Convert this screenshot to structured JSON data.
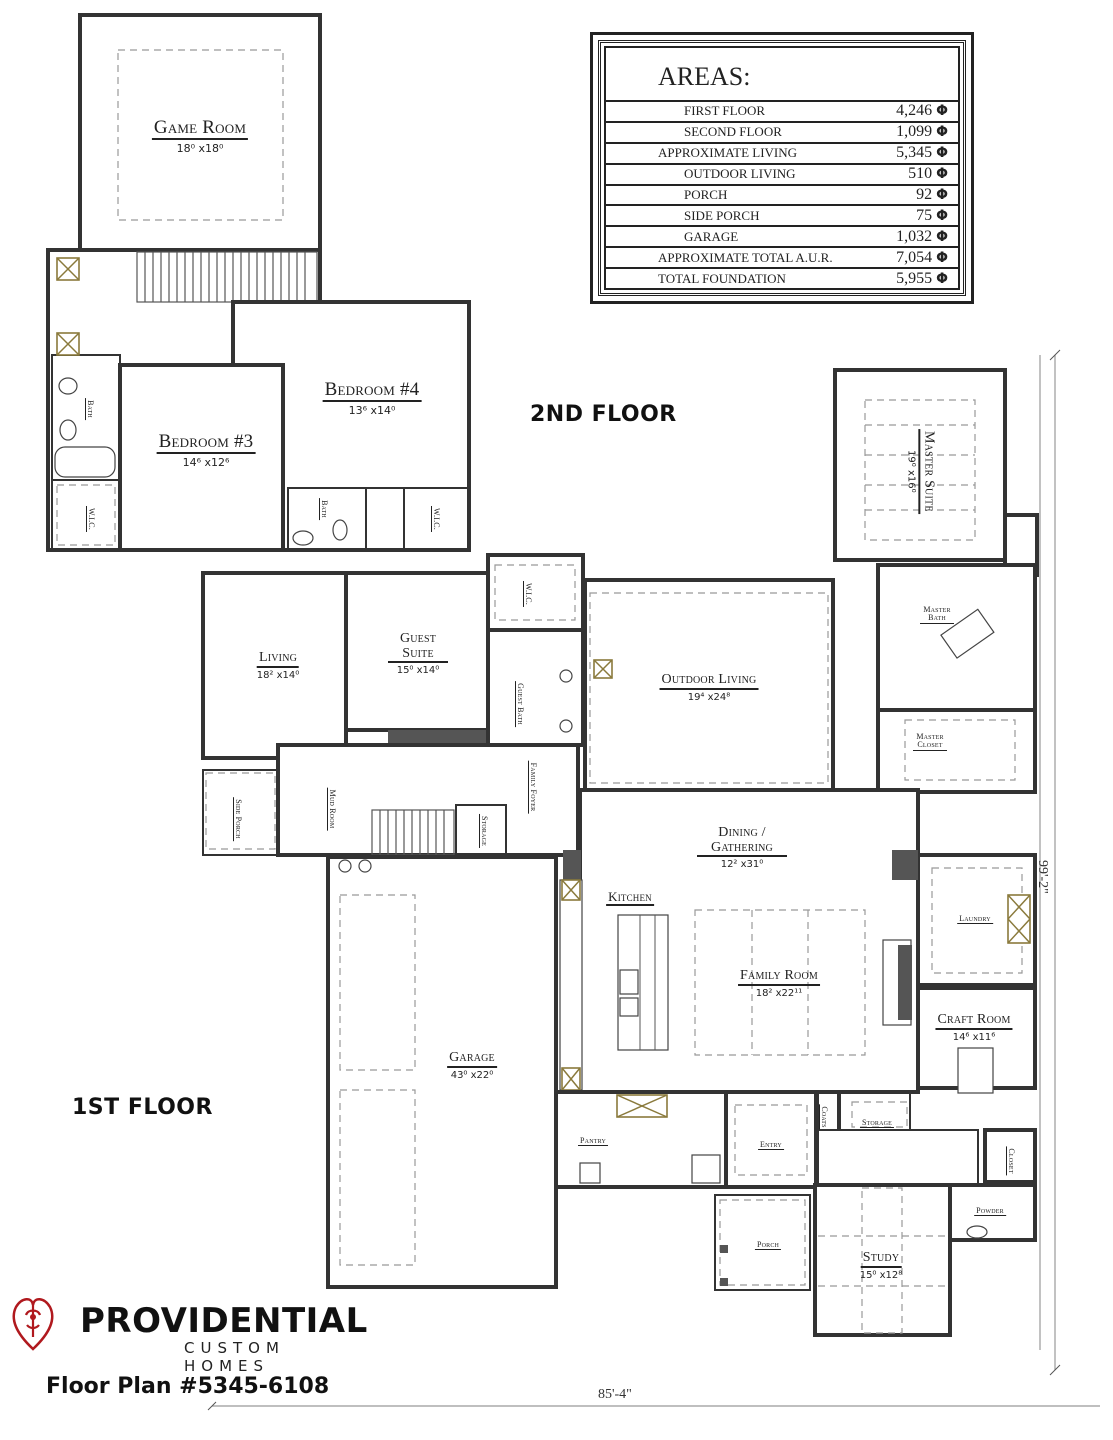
{
  "title": "Floor Plan #5345-6108",
  "brand": {
    "name": "PROVIDENTIAL",
    "subtitle": "CUSTOM HOMES",
    "logo_icon": "heart-fleur-de-lis-icon",
    "logo_color": "#b0191e"
  },
  "plan_number": "Floor Plan #5345-6108",
  "floor_labels": {
    "second": "2ND FLOOR",
    "first": "1ST FLOOR"
  },
  "areas": {
    "title": "AREAS:",
    "unit_symbol": "Φ",
    "rows": [
      {
        "label": "FIRST FLOOR",
        "value": "4,246",
        "indent": true
      },
      {
        "label": "SECOND FLOOR",
        "value": "1,099",
        "indent": true
      },
      {
        "label": "APPROXIMATE LIVING",
        "value": "5,345",
        "indent": false
      },
      {
        "label": "OUTDOOR LIVING",
        "value": "510",
        "indent": true
      },
      {
        "label": "PORCH",
        "value": "92",
        "indent": true
      },
      {
        "label": "SIDE PORCH",
        "value": "75",
        "indent": true
      },
      {
        "label": "GARAGE",
        "value": "1,032",
        "indent": true
      },
      {
        "label": "APPROXIMATE TOTAL A.U.R.",
        "value": "7,054",
        "indent": false
      },
      {
        "label": "TOTAL FOUNDATION",
        "value": "5,955",
        "indent": false
      }
    ]
  },
  "dimensions": {
    "overall_width": "85'-4\"",
    "overall_depth": "99'-2\""
  },
  "rooms": {
    "game_room": {
      "name": "Game Room",
      "size": "18⁰ x18⁰"
    },
    "bedroom3": {
      "name": "Bedroom #3",
      "size": "14⁶ x12⁶"
    },
    "bedroom4": {
      "name": "Bedroom #4",
      "size": "13⁶ x14⁰"
    },
    "bath_upper1": {
      "name": "Bath"
    },
    "bath_upper2": {
      "name": "Bath"
    },
    "wic_upper1": {
      "name": "W.I.C."
    },
    "wic_upper2": {
      "name": "W.I.C."
    },
    "living": {
      "name": "Living",
      "size": "18² x14⁰"
    },
    "guest_suite": {
      "name": "Guest Suite",
      "size": "15⁰ x14⁰"
    },
    "guest_wic": {
      "name": "W.I.C."
    },
    "guest_bath": {
      "name": "Guest Bath"
    },
    "side_porch": {
      "name": "Side Porch"
    },
    "mud_room": {
      "name": "Mud Room"
    },
    "storage_stair": {
      "name": "Storage"
    },
    "family_foyer": {
      "name": "Family Foyer"
    },
    "outdoor_living": {
      "name": "Outdoor Living",
      "size": "19⁴ x24⁸"
    },
    "master_suite": {
      "name": "Master Suite",
      "size": "19⁰ x16⁰"
    },
    "master_bath": {
      "name": "Master Bath"
    },
    "master_closet": {
      "name": "Master Closet"
    },
    "dining": {
      "name": "Dining / Gathering",
      "size": "12² x31⁰"
    },
    "kitchen": {
      "name": "Kitchen"
    },
    "family_room": {
      "name": "Family Room",
      "size": "18² x22¹¹"
    },
    "laundry": {
      "name": "Laundry"
    },
    "craft_room": {
      "name": "Craft Room",
      "size": "14⁶ x11⁶"
    },
    "garage": {
      "name": "Garage",
      "size": "43⁰ x22⁰"
    },
    "pantry": {
      "name": "Pantry"
    },
    "entry": {
      "name": "Entry"
    },
    "coats": {
      "name": "Coats"
    },
    "storage": {
      "name": "Storage"
    },
    "closet": {
      "name": "Closet"
    },
    "powder": {
      "name": "Powder"
    },
    "porch": {
      "name": "Porch"
    },
    "study": {
      "name": "Study",
      "size": "15⁰ x12⁸"
    }
  }
}
